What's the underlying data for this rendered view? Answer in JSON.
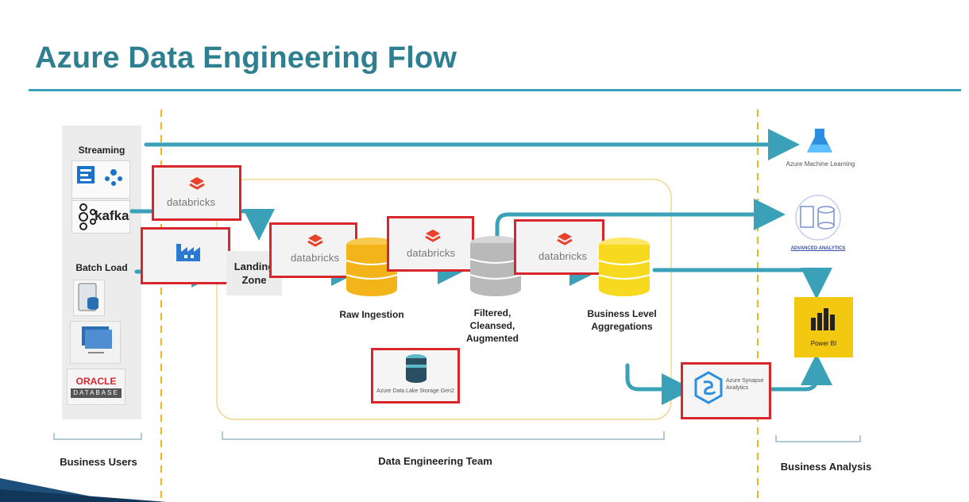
{
  "title": "Azure Data Engineering Flow",
  "sources": {
    "streaming_label": "Streaming",
    "kafka_label": "kafka",
    "batch_label": "Batch Load",
    "oracle_line1": "ORACLE",
    "oracle_line2": "DATABASE"
  },
  "stages": {
    "landing_zone": "Landing Zone",
    "raw_ingestion": "Raw Ingestion",
    "filtered": "Filtered, Cleansed, Augmented",
    "business_agg": "Business Level Aggregations",
    "adls": "Azure Data Lake Storage Gen2"
  },
  "databricks_label": "databricks",
  "outputs": {
    "azure_ml": "Azure Machine Learning",
    "advanced_analytics": "ADVANCED ANALYTICS",
    "power_bi": "Power BI",
    "synapse": "Azure Synapse Analytics"
  },
  "sections": {
    "business_users": "Business Users",
    "data_engineering_team": "Data Engineering Team",
    "business_analysis": "Business Analysis"
  },
  "colors": {
    "title": "#2e7f8f",
    "arrow": "#3aa1b8",
    "highlight": "#d9262c",
    "divider": "#e8b820",
    "databricks": "#e8412c",
    "gold": "#f2b418"
  }
}
